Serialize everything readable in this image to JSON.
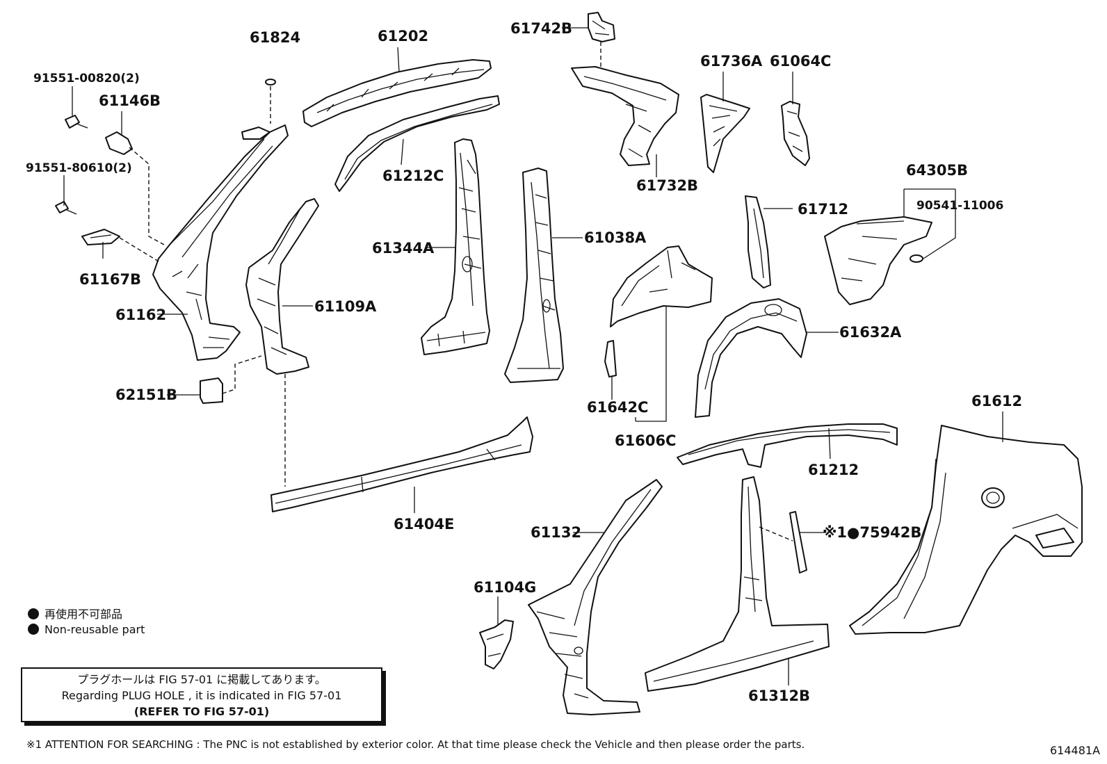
{
  "parts": {
    "p61824": "61824",
    "p61202": "61202",
    "p61742B": "61742B",
    "p91551_00820": "91551-00820(2)",
    "p61146B": "61146B",
    "p61212C": "61212C",
    "p61736A": "61736A",
    "p61064C": "61064C",
    "p61732B": "61732B",
    "p91551_80610": "91551-80610(2)",
    "p64305B": "64305B",
    "p90541_11006": "90541-11006",
    "p61712": "61712",
    "p61344A": "61344A",
    "p61038A": "61038A",
    "p61167B": "61167B",
    "p61109A": "61109A",
    "p61162": "61162",
    "p61632A": "61632A",
    "p62151B": "62151B",
    "p61642C": "61642C",
    "p61612": "61612",
    "p61606C": "61606C",
    "p61212": "61212",
    "p61404E": "61404E",
    "p61132": "61132",
    "p75942B": "※1●75942B",
    "p61104G": "61104G",
    "p61312B": "61312B"
  },
  "legend": {
    "jp": "再使用不可部品",
    "en": "Non-reusable part"
  },
  "note": {
    "line1": "プラグホールは FIG 57-01 に掲載してあります。",
    "line2": "Regarding  PLUG  HOLE , it is indicated in  FIG  57-01",
    "line3": "(REFER TO FIG 57-01)"
  },
  "footer": "※1 ATTENTION FOR SEARCHING : The PNC is not established by exterior color. At that time please check the Vehicle and then please order the parts.",
  "figure_number": "614481A"
}
